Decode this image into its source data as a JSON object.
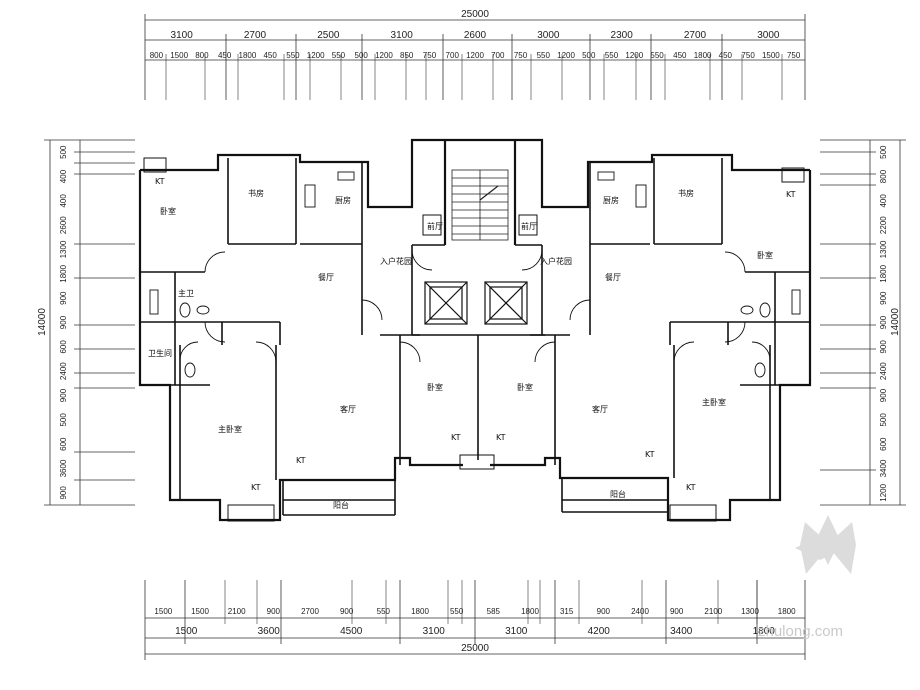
{
  "dimensions": {
    "total_top": "25000",
    "total_bottom": "25000",
    "top_row1": [
      "3100",
      "2700",
      "2500",
      "3100",
      "2600",
      "3000",
      "2300",
      "2700",
      "3000"
    ],
    "top_row2": [
      "800",
      "1500",
      "800",
      "450",
      "1800",
      "450",
      "550",
      "1200",
      "550",
      "500",
      "1200",
      "850",
      "750",
      "700",
      "1200",
      "700",
      "750",
      "550",
      "1200",
      "500",
      "550",
      "1200",
      "550",
      "450",
      "1800",
      "450",
      "750",
      "1500",
      "750"
    ],
    "bottom_row1": [
      "1500",
      "1500",
      "2100",
      "900",
      "2700",
      "900",
      "550",
      "1800",
      "550",
      "585",
      "1800",
      "315",
      "900",
      "2400",
      "900",
      "2100",
      "1300",
      "1800"
    ],
    "bottom_row2": [
      "1500",
      "3600",
      "4500",
      "3100",
      "3100",
      "4200",
      "3400",
      "1800"
    ],
    "left_total": "14000",
    "left_parts": [
      "500",
      "400",
      "400",
      "2600",
      "1300",
      "1800",
      "900",
      "900",
      "600",
      "2400",
      "900",
      "500",
      "600",
      "3600",
      "900"
    ],
    "right_total": "14000",
    "right_parts": [
      "500",
      "800",
      "400",
      "2200",
      "1300",
      "1800",
      "900",
      "900",
      "900",
      "2400",
      "900",
      "500",
      "600",
      "3400",
      "1200"
    ]
  },
  "rooms": {
    "bedroom_nw": "卧室",
    "study_w": "书房",
    "kitchen_w": "厨房",
    "living_w": "餐厅",
    "entry_w": "入户花园",
    "bath_w1": "主卫",
    "bath_w2": "卫生间",
    "master_w": "主卧室",
    "living_main_w": "客厅",
    "bedroom_cw": "卧室",
    "balcony_w": "阳台",
    "hall_w": "前厅",
    "entry_e": "入户花园",
    "hall_e": "前厅",
    "bedroom_ce": "卧室",
    "living_main_e": "客厅",
    "master_e": "主卧室",
    "balcony_e": "阳台",
    "living_e": "餐厅",
    "kitchen_e": "厨房",
    "study_e": "书房",
    "bedroom_ne": "卧室",
    "ac_tags": [
      "KT",
      "KT",
      "KT",
      "KT",
      "KT",
      "KT",
      "KT",
      "KT"
    ]
  },
  "watermark": "zhulong.com",
  "colors": {
    "line": "#111111",
    "dimline": "#333333",
    "watermark": "#c9c9c9"
  }
}
